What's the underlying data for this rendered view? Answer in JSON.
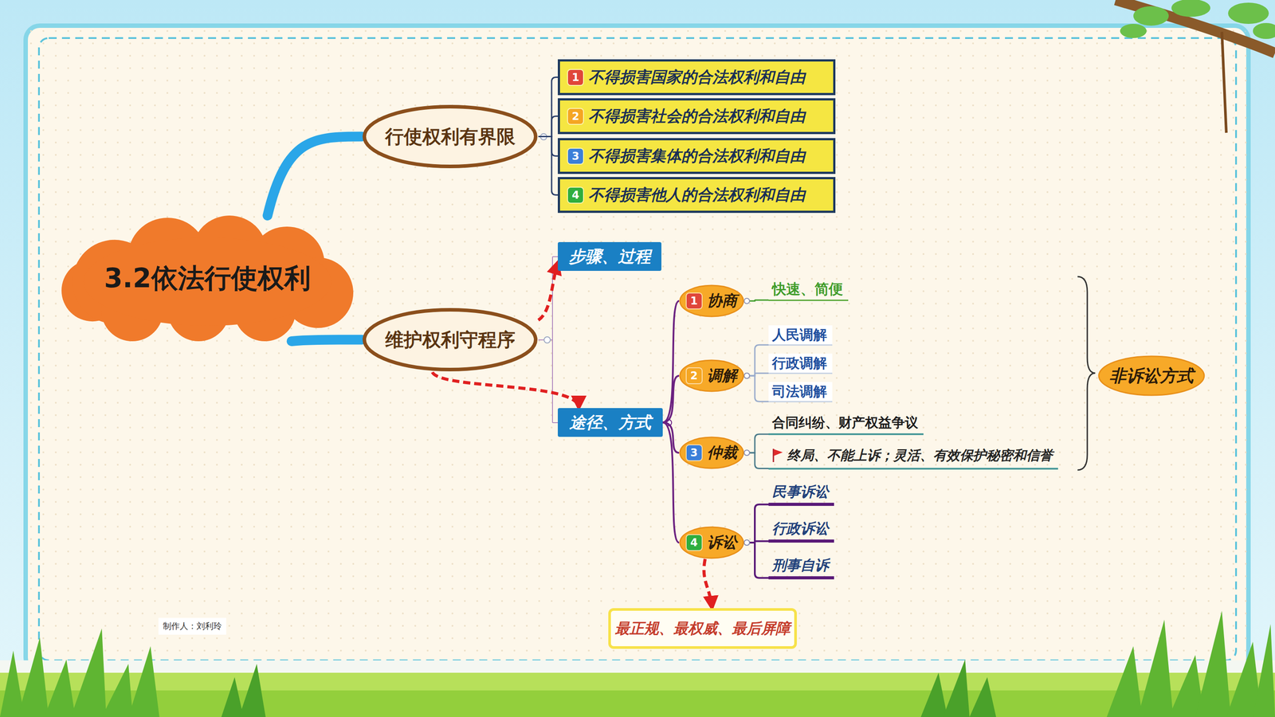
{
  "diagram": {
    "nodes": [
      {
        "text": [
          "3.2依法行使权利"
        ]
      },
      {
        "text": [
          "行使权利有界限"
        ]
      },
      {
        "text": [
          "1",
          "不得损害国家的合法权利和自由"
        ]
      },
      {
        "text": [
          "2",
          "不得损害社会的合法权利和自由"
        ]
      },
      {
        "text": [
          "3",
          "不得损害集体的合法权利和自由"
        ]
      },
      {
        "text": [
          "4",
          "不得损害他人的合法权利和自由"
        ]
      },
      {
        "text": [
          "维护权利守程序"
        ]
      },
      {
        "text": [
          "步骤、过程"
        ]
      },
      {
        "text": [
          "途径、方式"
        ]
      },
      {
        "text": [
          "1",
          "协商"
        ]
      },
      {
        "text": [
          "2",
          "调解"
        ]
      },
      {
        "text": [
          "3",
          "仲裁"
        ]
      },
      {
        "text": [
          "4",
          "诉讼"
        ]
      },
      {
        "text": [
          "快速、简便"
        ]
      },
      {
        "text": [
          "人民调解"
        ]
      },
      {
        "text": [
          "行政调解"
        ]
      },
      {
        "text": [
          "司法调解"
        ]
      },
      {
        "text": [
          "合同纠纷、财产权益争议"
        ]
      },
      {
        "text": [
          "终局、不能上诉；灵活、有效保护秘密和信誉"
        ]
      },
      {
        "text": [
          "民事诉讼"
        ]
      },
      {
        "text": [
          "行政诉讼"
        ]
      },
      {
        "text": [
          "刑事自诉"
        ]
      },
      {
        "text": [
          "非诉讼方式"
        ]
      },
      {
        "text": [
          "最正规、最权威、最后屏障"
        ]
      }
    ],
    "edges": [
      {
        "from": 0,
        "to": 1,
        "arrow": "none"
      },
      {
        "from": 0,
        "to": 6,
        "arrow": "none"
      },
      {
        "from": 1,
        "to": 2,
        "arrow": "none"
      },
      {
        "from": 1,
        "to": 3,
        "arrow": "none"
      },
      {
        "from": 1,
        "to": 4,
        "arrow": "none"
      },
      {
        "from": 1,
        "to": 5,
        "arrow": "none"
      },
      {
        "from": 6,
        "to": 7,
        "arrow": "to"
      },
      {
        "from": 6,
        "to": 8,
        "arrow": "to"
      },
      {
        "from": 8,
        "to": 9,
        "arrow": "none"
      },
      {
        "from": 8,
        "to": 10,
        "arrow": "none"
      },
      {
        "from": 8,
        "to": 11,
        "arrow": "none"
      },
      {
        "from": 8,
        "to": 12,
        "arrow": "none"
      },
      {
        "from": 9,
        "to": 13,
        "arrow": "none"
      },
      {
        "from": 10,
        "to": 14,
        "arrow": "none"
      },
      {
        "from": 10,
        "to": 15,
        "arrow": "none"
      },
      {
        "from": 10,
        "to": 16,
        "arrow": "none"
      },
      {
        "from": 11,
        "to": 17,
        "arrow": "none"
      },
      {
        "from": 11,
        "to": 18,
        "arrow": "none"
      },
      {
        "from": 12,
        "to": 19,
        "arrow": "none"
      },
      {
        "from": 12,
        "to": 20,
        "arrow": "none"
      },
      {
        "from": 12,
        "to": 21,
        "arrow": "none"
      },
      {
        "from": 12,
        "to": 23,
        "arrow": "to"
      }
    ],
    "labels": [
      "制作人：刘利玲"
    ]
  }
}
